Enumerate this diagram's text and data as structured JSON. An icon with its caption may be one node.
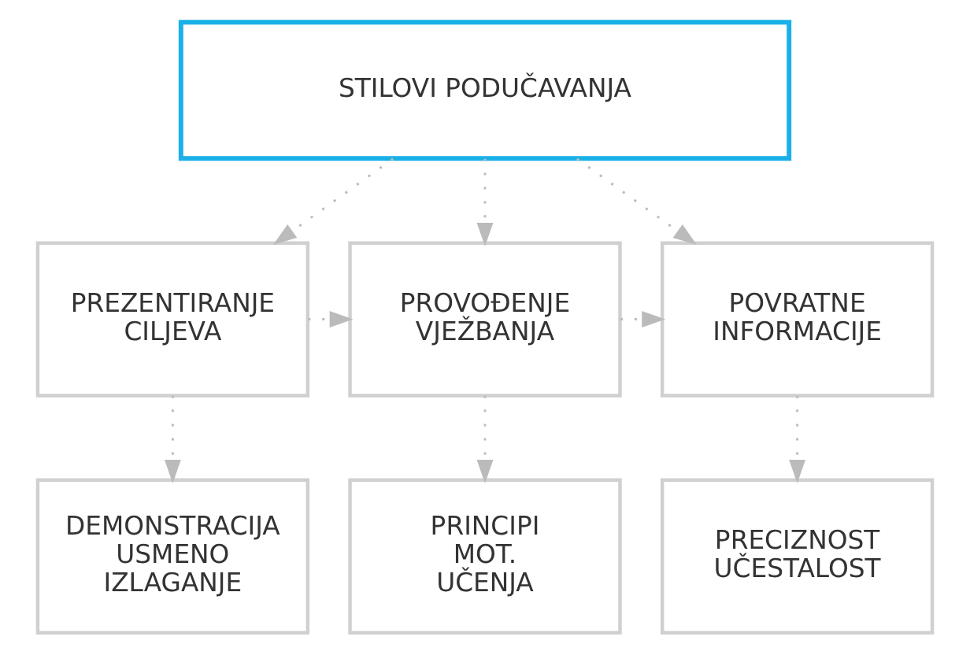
{
  "diagram": {
    "nodes": [
      {
        "text": [
          "STILOVI PODUČAVANJA"
        ]
      },
      {
        "text": [
          "PREZENTIRANJE CILJEVA"
        ]
      },
      {
        "text": [
          "PROVOĐENJE VJEŽBANJA"
        ]
      },
      {
        "text": [
          "POVRATNE INFORMACIJE"
        ]
      },
      {
        "text": [
          "DEMONSTRACIJA USMENO IZLAGANJE"
        ]
      },
      {
        "text": [
          "PRINCIPI MOT. UČENJA"
        ]
      },
      {
        "text": [
          "PRECIZNOST UČESTALOST"
        ]
      }
    ],
    "edges": [
      {
        "from": 0,
        "to": 1,
        "arrow": "to"
      },
      {
        "from": 0,
        "to": 2,
        "arrow": "to"
      },
      {
        "from": 0,
        "to": 3,
        "arrow": "to"
      },
      {
        "from": 1,
        "to": 2,
        "arrow": "to"
      },
      {
        "from": 2,
        "to": 3,
        "arrow": "to"
      },
      {
        "from": 1,
        "to": 4,
        "arrow": "to"
      },
      {
        "from": 2,
        "to": 5,
        "arrow": "to"
      },
      {
        "from": 3,
        "to": 6,
        "arrow": "to"
      }
    ]
  }
}
